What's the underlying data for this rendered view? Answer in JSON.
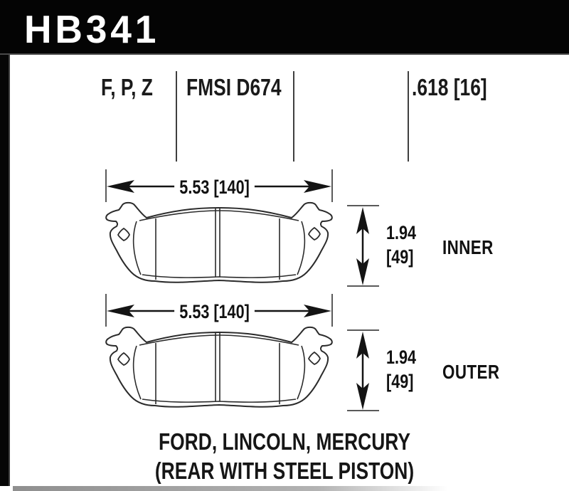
{
  "header": {
    "part_number": "HB341"
  },
  "spec_row": {
    "compound_codes": "F, P, Z",
    "fmsi_number": "FMSI D674",
    "pad_thickness": ".618 [16]"
  },
  "pads": [
    {
      "label": "INNER",
      "width_dim": "5.53 [140]",
      "height_dim_in": "1.94",
      "height_dim_mm": "[49]"
    },
    {
      "label": "OUTER",
      "width_dim": "5.53 [140]",
      "height_dim_in": "1.94",
      "height_dim_mm": "[49]"
    }
  ],
  "application": {
    "line1": "FORD, LINCOLN, MERCURY",
    "line2": "(REAR WITH STEEL PISTON)"
  },
  "colors": {
    "header_bg": "#040404",
    "header_fg": "#ffffff",
    "ink": "#1a1a1a",
    "drawing_line": "#2b2b2b",
    "tick_line": "#5a5a5a",
    "page_bg": "#ffffff"
  }
}
